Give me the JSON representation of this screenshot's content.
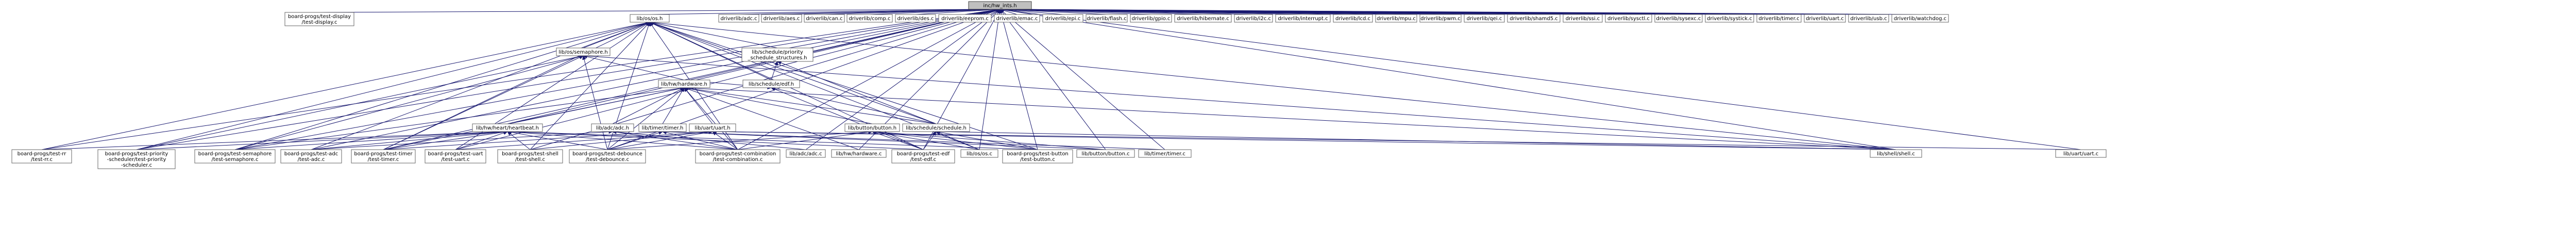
{
  "diagram": {
    "type": "include-dependency-graph",
    "colors": {
      "edge": "#191970",
      "root_fill": "#bfbfbf",
      "node_fill": "#ffffff",
      "node_border": "#666666",
      "background": "#ffffff"
    },
    "nodes": [
      {
        "id": "root",
        "label": [
          "inc/hw_ints.h"
        ]
      },
      {
        "id": "bp_display",
        "label": [
          "board-progs/test-display",
          "/test-display.c"
        ]
      },
      {
        "id": "libos",
        "label": [
          "lib/os/os.h"
        ]
      },
      {
        "id": "drv_adc",
        "label": [
          "driverlib/adc.c"
        ]
      },
      {
        "id": "drv_aes",
        "label": [
          "driverlib/aes.c"
        ]
      },
      {
        "id": "drv_can",
        "label": [
          "driverlib/can.c"
        ]
      },
      {
        "id": "drv_comp",
        "label": [
          "driverlib/comp.c"
        ]
      },
      {
        "id": "drv_des",
        "label": [
          "driverlib/des.c"
        ]
      },
      {
        "id": "drv_eeprom",
        "label": [
          "driverlib/eeprom.c"
        ]
      },
      {
        "id": "drv_emac",
        "label": [
          "driverlib/emac.c"
        ]
      },
      {
        "id": "drv_epi",
        "label": [
          "driverlib/epi.c"
        ]
      },
      {
        "id": "drv_flash",
        "label": [
          "driverlib/flash.c"
        ]
      },
      {
        "id": "drv_gpio",
        "label": [
          "driverlib/gpio.c"
        ]
      },
      {
        "id": "drv_hibernate",
        "label": [
          "driverlib/hibernate.c"
        ]
      },
      {
        "id": "drv_i2c",
        "label": [
          "driverlib/i2c.c"
        ]
      },
      {
        "id": "drv_interrupt",
        "label": [
          "driverlib/interrupt.c"
        ]
      },
      {
        "id": "drv_lcd",
        "label": [
          "driverlib/lcd.c"
        ]
      },
      {
        "id": "drv_mpu",
        "label": [
          "driverlib/mpu.c"
        ]
      },
      {
        "id": "drv_pwm",
        "label": [
          "driverlib/pwm.c"
        ]
      },
      {
        "id": "drv_qei",
        "label": [
          "driverlib/qei.c"
        ]
      },
      {
        "id": "drv_shamd5",
        "label": [
          "driverlib/shamd5.c"
        ]
      },
      {
        "id": "drv_ssi",
        "label": [
          "driverlib/ssi.c"
        ]
      },
      {
        "id": "drv_sysctl",
        "label": [
          "driverlib/sysctl.c"
        ]
      },
      {
        "id": "drv_sysexc",
        "label": [
          "driverlib/sysexc.c"
        ]
      },
      {
        "id": "drv_systick",
        "label": [
          "driverlib/systick.c"
        ]
      },
      {
        "id": "drv_timer",
        "label": [
          "driverlib/timer.c"
        ]
      },
      {
        "id": "drv_uart",
        "label": [
          "driverlib/uart.c"
        ]
      },
      {
        "id": "drv_usb",
        "label": [
          "driverlib/usb.c"
        ]
      },
      {
        "id": "drv_watchdog",
        "label": [
          "driverlib/watchdog.c"
        ]
      },
      {
        "id": "sem_h",
        "label": [
          "lib/os/semaphore.h"
        ]
      },
      {
        "id": "prio_h",
        "label": [
          "lib/schedule/priority",
          "_schedule_structures.h"
        ]
      },
      {
        "id": "edf_h",
        "label": [
          "lib/schedule/edf.h"
        ]
      },
      {
        "id": "hw_h",
        "label": [
          "lib/hw/hardware.h"
        ]
      },
      {
        "id": "hb_h",
        "label": [
          "lib/hw/heart/heartbeat.h"
        ]
      },
      {
        "id": "adc_h",
        "label": [
          "lib/adc/adc.h"
        ]
      },
      {
        "id": "timer_h",
        "label": [
          "lib/timer/timer.h"
        ]
      },
      {
        "id": "uart_h",
        "label": [
          "lib/uart/uart.h"
        ]
      },
      {
        "id": "button_h",
        "label": [
          "lib/button/button.h"
        ]
      },
      {
        "id": "schedule_h",
        "label": [
          "lib/schedule/schedule.h"
        ]
      },
      {
        "id": "bp_rr",
        "label": [
          "board-progs/test-rr",
          "/test-rr.c"
        ]
      },
      {
        "id": "bp_priority",
        "label": [
          "board-progs/test-priority",
          "-scheduler/test-priority",
          "-scheduler.c"
        ]
      },
      {
        "id": "bp_semaphore",
        "label": [
          "board-progs/test-semaphore",
          "/test-semaphore.c"
        ]
      },
      {
        "id": "bp_adc",
        "label": [
          "board-progs/test-adc",
          "/test-adc.c"
        ]
      },
      {
        "id": "bp_timer",
        "label": [
          "board-progs/test-timer",
          "/test-timer.c"
        ]
      },
      {
        "id": "bp_uart",
        "label": [
          "board-progs/test-uart",
          "/test-uart.c"
        ]
      },
      {
        "id": "bp_shell",
        "label": [
          "board-progs/test-shell",
          "/test-shell.c"
        ]
      },
      {
        "id": "bp_debounce",
        "label": [
          "board-progs/test-debounce",
          "/test-debounce.c"
        ]
      },
      {
        "id": "bp_combination",
        "label": [
          "board-progs/test-combination",
          "/test-combination.c"
        ]
      },
      {
        "id": "lib_adc_c",
        "label": [
          "lib/adc/adc.c"
        ]
      },
      {
        "id": "lib_hw_c",
        "label": [
          "lib/hw/hardware.c"
        ]
      },
      {
        "id": "bp_edf",
        "label": [
          "board-progs/test-edf",
          "/test-edf.c"
        ]
      },
      {
        "id": "lib_os_c",
        "label": [
          "lib/os/os.c"
        ]
      },
      {
        "id": "bp_button",
        "label": [
          "board-progs/test-button",
          "/test-button.c"
        ]
      },
      {
        "id": "lib_button_c",
        "label": [
          "lib/button/button.c"
        ]
      },
      {
        "id": "lib_timer_c",
        "label": [
          "lib/timer/timer.c"
        ]
      },
      {
        "id": "lib_shell_c",
        "label": [
          "lib/shell/shell.c"
        ]
      },
      {
        "id": "lib_uart_c",
        "label": [
          "lib/uart/uart.c"
        ]
      }
    ],
    "edges": [
      [
        "root",
        "bp_display"
      ],
      [
        "root",
        "libos"
      ],
      [
        "root",
        "drv_adc"
      ],
      [
        "root",
        "drv_aes"
      ],
      [
        "root",
        "drv_can"
      ],
      [
        "root",
        "drv_comp"
      ],
      [
        "root",
        "drv_des"
      ],
      [
        "root",
        "drv_eeprom"
      ],
      [
        "root",
        "drv_emac"
      ],
      [
        "root",
        "drv_epi"
      ],
      [
        "root",
        "drv_flash"
      ],
      [
        "root",
        "drv_gpio"
      ],
      [
        "root",
        "drv_hibernate"
      ],
      [
        "root",
        "drv_i2c"
      ],
      [
        "root",
        "drv_interrupt"
      ],
      [
        "root",
        "drv_lcd"
      ],
      [
        "root",
        "drv_mpu"
      ],
      [
        "root",
        "drv_pwm"
      ],
      [
        "root",
        "drv_qei"
      ],
      [
        "root",
        "drv_shamd5"
      ],
      [
        "root",
        "drv_ssi"
      ],
      [
        "root",
        "drv_sysctl"
      ],
      [
        "root",
        "drv_sysexc"
      ],
      [
        "root",
        "drv_systick"
      ],
      [
        "root",
        "drv_timer"
      ],
      [
        "root",
        "drv_uart"
      ],
      [
        "root",
        "drv_usb"
      ],
      [
        "root",
        "drv_watchdog"
      ],
      [
        "root",
        "hw_h"
      ],
      [
        "root",
        "hb_h"
      ],
      [
        "root",
        "bp_rr"
      ],
      [
        "root",
        "bp_priority"
      ],
      [
        "root",
        "bp_semaphore"
      ],
      [
        "root",
        "bp_adc"
      ],
      [
        "root",
        "bp_timer"
      ],
      [
        "root",
        "bp_uart"
      ],
      [
        "root",
        "bp_shell"
      ],
      [
        "root",
        "bp_debounce"
      ],
      [
        "root",
        "bp_combination"
      ],
      [
        "root",
        "lib_adc_c"
      ],
      [
        "root",
        "lib_hw_c"
      ],
      [
        "root",
        "bp_edf"
      ],
      [
        "root",
        "lib_os_c"
      ],
      [
        "root",
        "bp_button"
      ],
      [
        "root",
        "lib_button_c"
      ],
      [
        "root",
        "lib_timer_c"
      ],
      [
        "root",
        "lib_shell_c"
      ],
      [
        "root",
        "lib_uart_c"
      ],
      [
        "libos",
        "sem_h"
      ],
      [
        "libos",
        "prio_h"
      ],
      [
        "libos",
        "edf_h"
      ],
      [
        "libos",
        "schedule_h"
      ],
      [
        "libos",
        "lib_os_c"
      ],
      [
        "libos",
        "bp_rr"
      ],
      [
        "libos",
        "bp_priority"
      ],
      [
        "libos",
        "bp_semaphore"
      ],
      [
        "libos",
        "bp_adc"
      ],
      [
        "libos",
        "bp_timer"
      ],
      [
        "libos",
        "bp_uart"
      ],
      [
        "libos",
        "bp_shell"
      ],
      [
        "libos",
        "bp_debounce"
      ],
      [
        "libos",
        "bp_combination"
      ],
      [
        "libos",
        "bp_edf"
      ],
      [
        "libos",
        "bp_button"
      ],
      [
        "libos",
        "lib_shell_c"
      ],
      [
        "sem_h",
        "hw_h"
      ],
      [
        "sem_h",
        "bp_semaphore"
      ],
      [
        "sem_h",
        "bp_priority"
      ],
      [
        "sem_h",
        "bp_timer"
      ],
      [
        "sem_h",
        "lib_shell_c"
      ],
      [
        "sem_h",
        "bp_debounce"
      ],
      [
        "prio_h",
        "edf_h"
      ],
      [
        "prio_h",
        "schedule_h"
      ],
      [
        "edf_h",
        "hw_h"
      ],
      [
        "edf_h",
        "schedule_h"
      ],
      [
        "edf_h",
        "bp_edf"
      ],
      [
        "hw_h",
        "hb_h"
      ],
      [
        "hw_h",
        "adc_h"
      ],
      [
        "hw_h",
        "timer_h"
      ],
      [
        "hw_h",
        "uart_h"
      ],
      [
        "hw_h",
        "button_h"
      ],
      [
        "hw_h",
        "schedule_h"
      ],
      [
        "hw_h",
        "lib_hw_c"
      ],
      [
        "hw_h",
        "lib_shell_c"
      ],
      [
        "hw_h",
        "bp_semaphore"
      ],
      [
        "hw_h",
        "bp_timer"
      ],
      [
        "hw_h",
        "bp_debounce"
      ],
      [
        "hw_h",
        "bp_combination"
      ],
      [
        "hb_h",
        "bp_rr"
      ],
      [
        "hb_h",
        "bp_priority"
      ],
      [
        "hb_h",
        "bp_semaphore"
      ],
      [
        "hb_h",
        "bp_adc"
      ],
      [
        "hb_h",
        "bp_timer"
      ],
      [
        "hb_h",
        "bp_uart"
      ],
      [
        "hb_h",
        "bp_shell"
      ],
      [
        "hb_h",
        "bp_debounce"
      ],
      [
        "hb_h",
        "bp_combination"
      ],
      [
        "hb_h",
        "bp_edf"
      ],
      [
        "hb_h",
        "bp_button"
      ],
      [
        "adc_h",
        "bp_adc"
      ],
      [
        "adc_h",
        "lib_adc_c"
      ],
      [
        "adc_h",
        "bp_combination"
      ],
      [
        "timer_h",
        "bp_timer"
      ],
      [
        "timer_h",
        "lib_timer_c"
      ],
      [
        "timer_h",
        "bp_debounce"
      ],
      [
        "timer_h",
        "bp_combination"
      ],
      [
        "timer_h",
        "lib_button_c"
      ],
      [
        "uart_h",
        "bp_uart"
      ],
      [
        "uart_h",
        "bp_shell"
      ],
      [
        "uart_h",
        "lib_uart_c"
      ],
      [
        "uart_h",
        "bp_combination"
      ],
      [
        "uart_h",
        "lib_shell_c"
      ],
      [
        "uart_h",
        "bp_debounce"
      ],
      [
        "button_h",
        "lib_button_c"
      ],
      [
        "button_h",
        "bp_button"
      ],
      [
        "button_h",
        "bp_debounce"
      ],
      [
        "button_h",
        "bp_combination"
      ],
      [
        "button_h",
        "bp_edf"
      ],
      [
        "button_h",
        "lib_os_c"
      ],
      [
        "schedule_h",
        "lib_os_c"
      ],
      [
        "schedule_h",
        "bp_edf"
      ],
      [
        "schedule_h",
        "bp_button"
      ],
      [
        "schedule_h",
        "lib_shell_c"
      ]
    ]
  }
}
